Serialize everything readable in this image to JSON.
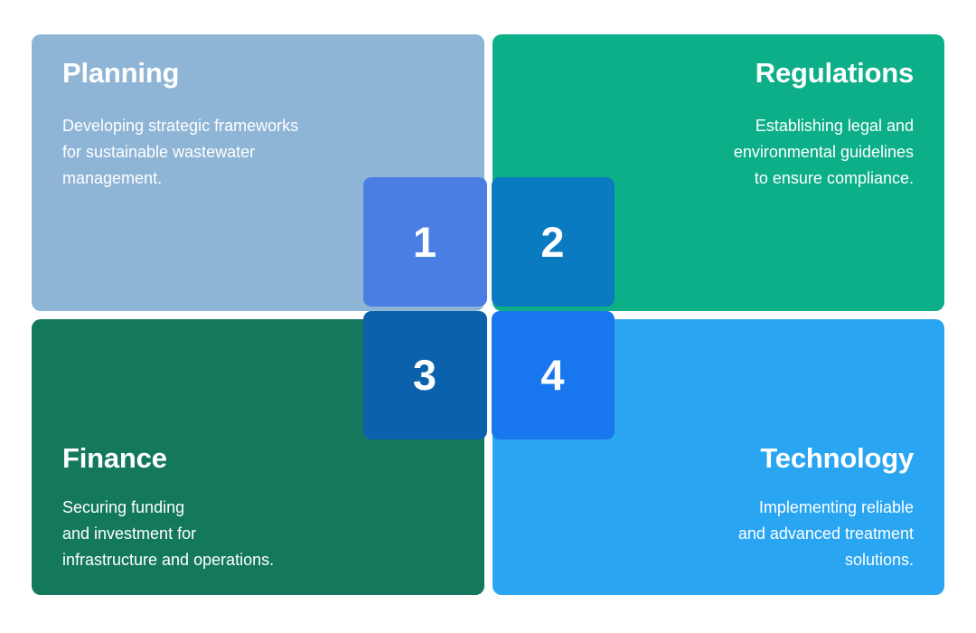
{
  "diagram": {
    "type": "2x2-quadrant-matrix",
    "topic": "Wastewater management pillars",
    "background_color": "#ffffff",
    "quadrants": [
      {
        "id": "planning",
        "position": "top-left",
        "title": "Planning",
        "body": "Developing strategic frameworks\nfor sustainable wastewater\nmanagement.",
        "color": "#8fb5d6",
        "text_color": "#ffffff",
        "align": "left"
      },
      {
        "id": "regulations",
        "position": "top-right",
        "title": "Regulations",
        "body": "Establishing legal and\nenvironmental guidelines\nto ensure compliance.",
        "color": "#0caf88",
        "text_color": "#ffffff",
        "align": "right"
      },
      {
        "id": "finance",
        "position": "bottom-left",
        "title": "Finance",
        "body": "Securing funding\nand investment for\ninfrastructure and operations.",
        "color": "#14795c",
        "text_color": "#ffffff",
        "align": "left"
      },
      {
        "id": "technology",
        "position": "bottom-right",
        "title": "Technology",
        "body": "Implementing reliable\nand advanced treatment\nsolutions.",
        "color": "#2aa5f2",
        "text_color": "#ffffff",
        "align": "right"
      }
    ],
    "badges": [
      {
        "number": "1",
        "for_quadrant": "planning",
        "color": "#4b7ee2",
        "text_color": "#ffffff"
      },
      {
        "number": "2",
        "for_quadrant": "regulations",
        "color": "#0b7bc1",
        "text_color": "#ffffff"
      },
      {
        "number": "3",
        "for_quadrant": "finance",
        "color": "#0b61ab",
        "text_color": "#ffffff"
      },
      {
        "number": "4",
        "for_quadrant": "technology",
        "color": "#1877ef",
        "text_color": "#ffffff"
      }
    ]
  }
}
